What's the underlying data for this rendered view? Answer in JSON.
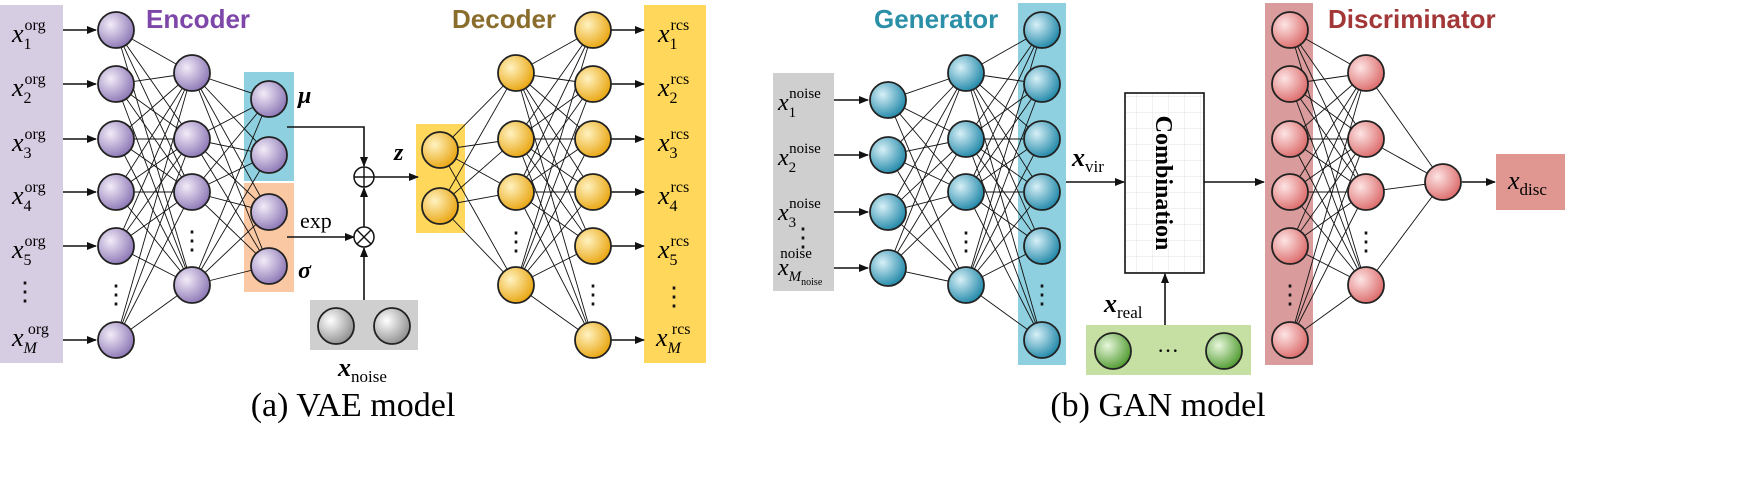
{
  "vae": {
    "encoder_title": "Encoder",
    "decoder_title": "Decoder",
    "caption": "(a) VAE model",
    "mu_label": "μ",
    "sigma_label": "σ",
    "exp_label": "exp",
    "z_label": "z",
    "noise_label": {
      "base": "x",
      "sub": "noise"
    },
    "inputs": [
      {
        "base": "x",
        "sub": "1",
        "sup": "org"
      },
      {
        "base": "x",
        "sub": "2",
        "sup": "org"
      },
      {
        "base": "x",
        "sub": "3",
        "sup": "org"
      },
      {
        "base": "x",
        "sub": "4",
        "sup": "org"
      },
      {
        "base": "x",
        "sub": "5",
        "sup": "org"
      },
      {
        "base": "x",
        "sub": "M",
        "sup": "org"
      }
    ],
    "outputs": [
      {
        "base": "x",
        "sub": "1",
        "sup": "rcs"
      },
      {
        "base": "x",
        "sub": "2",
        "sup": "rcs"
      },
      {
        "base": "x",
        "sub": "3",
        "sup": "rcs"
      },
      {
        "base": "x",
        "sub": "4",
        "sup": "rcs"
      },
      {
        "base": "x",
        "sub": "5",
        "sup": "rcs"
      },
      {
        "base": "x",
        "sub": "M",
        "sup": "rcs"
      }
    ]
  },
  "gan": {
    "generator_title": "Generator",
    "discriminator_title": "Discriminator",
    "caption": "(b) GAN model",
    "combination_label": "Combination",
    "virtual_label": {
      "base": "x",
      "sub": "vir"
    },
    "real_label": {
      "base": "x",
      "sub": "real"
    },
    "disc_output": {
      "base": "x",
      "sub": "disc"
    },
    "real_dots": "···",
    "noise_inputs": [
      {
        "base": "x",
        "sub": "1",
        "sup": "noise"
      },
      {
        "base": "x",
        "sub": "2",
        "sup": "noise"
      },
      {
        "base": "x",
        "sub": "3",
        "sup": "noise"
      },
      {
        "base": "x",
        "sub": "M",
        "subsub": "noise",
        "sup": "noise"
      }
    ]
  },
  "colors": {
    "purple": "#9a85bf",
    "purple_panel": "#d7cde3",
    "yellow": "#f4b21c",
    "yellow_panel": "#ffd75a",
    "blue": "#2b96b7",
    "blue_panel": "#8fd0e0",
    "red": "#e57d7d",
    "red_panel": "#d99b9b",
    "gray_panel": "#cfcfcf",
    "green_panel": "#c6dfa2",
    "green": "#5ea83c",
    "orange_panel": "#fbc8a4",
    "disc_box": "#e09792",
    "encoder_title": "#7d46a8",
    "decoder_title": "#8a6d2c",
    "generator_title": "#2b8fa8",
    "discriminator_title": "#a33636"
  }
}
